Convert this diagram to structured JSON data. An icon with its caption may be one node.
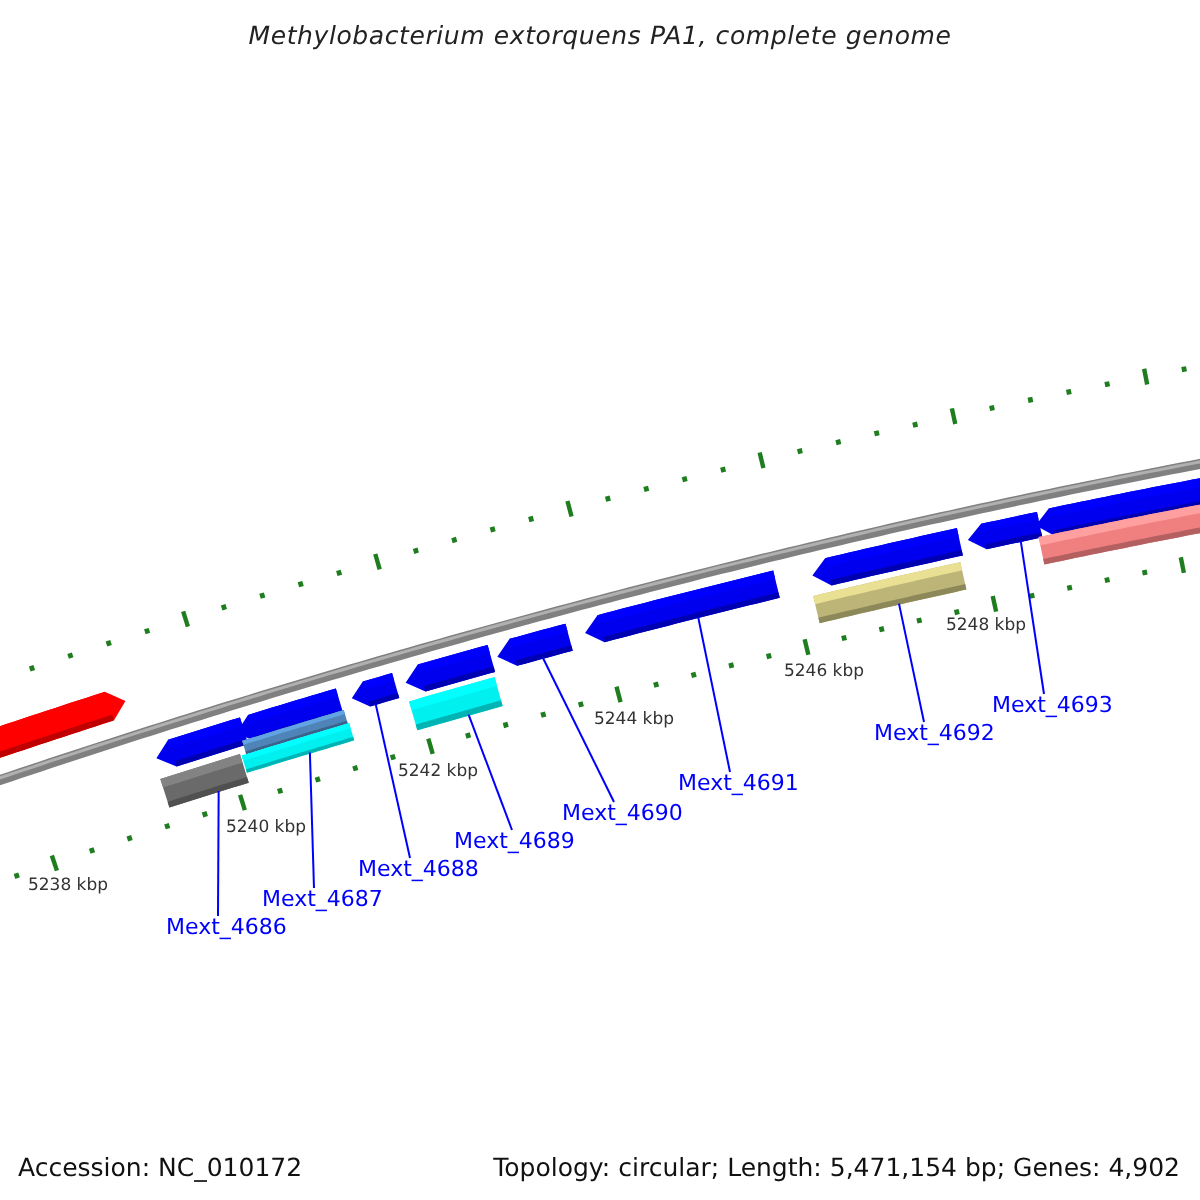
{
  "diagram": {
    "title": "Methylobacterium extorquens PA1, complete genome",
    "nodes": [
      {
        "text": [
          "Mext_4686"
        ]
      },
      {
        "text": [
          "Mext_4687"
        ]
      },
      {
        "text": [
          "Mext_4688"
        ]
      },
      {
        "text": [
          "Mext_4689"
        ]
      },
      {
        "text": [
          "Mext_4690"
        ]
      },
      {
        "text": [
          "Mext_4691"
        ]
      },
      {
        "text": [
          "Mext_4692"
        ]
      },
      {
        "text": [
          "Mext_4693"
        ]
      },
      {
        "text": [],
        "shape": "arrow"
      },
      {
        "text": [],
        "shape": "arrow"
      },
      {
        "text": [],
        "shape": "bar"
      },
      {
        "text": [],
        "shape": "arrow"
      },
      {
        "text": [],
        "shape": "bar"
      },
      {
        "text": [],
        "shape": "bar"
      },
      {
        "text": [],
        "shape": "arrow"
      },
      {
        "text": [],
        "shape": "arrow"
      },
      {
        "text": [],
        "shape": "bar"
      },
      {
        "text": [],
        "shape": "arrow"
      },
      {
        "text": [],
        "shape": "arrow"
      },
      {
        "text": [],
        "shape": "arrow"
      },
      {
        "text": [],
        "shape": "bar"
      },
      {
        "text": [],
        "shape": "arrow"
      },
      {
        "text": [],
        "shape": "arrow"
      },
      {
        "text": [],
        "shape": "bar"
      }
    ],
    "edges": [
      {
        "from": 0,
        "to": 10,
        "arrow": "none"
      },
      {
        "from": 1,
        "to": 13,
        "arrow": "none"
      },
      {
        "from": 2,
        "to": 14,
        "arrow": "none"
      },
      {
        "from": 3,
        "to": 16,
        "arrow": "none"
      },
      {
        "from": 4,
        "to": 17,
        "arrow": "none"
      },
      {
        "from": 5,
        "to": 18,
        "arrow": "none"
      },
      {
        "from": 6,
        "to": 20,
        "arrow": "none"
      },
      {
        "from": 7,
        "to": 21,
        "arrow": "none"
      }
    ],
    "labels": [
      "5238 kbp",
      "5240 kbp",
      "5242 kbp",
      "5244 kbp",
      "5246 kbp",
      "5248 kbp",
      "Accession: NC_010172",
      "Topology: circular; Length: 5,471,154 bp; Genes: 4,902"
    ]
  }
}
